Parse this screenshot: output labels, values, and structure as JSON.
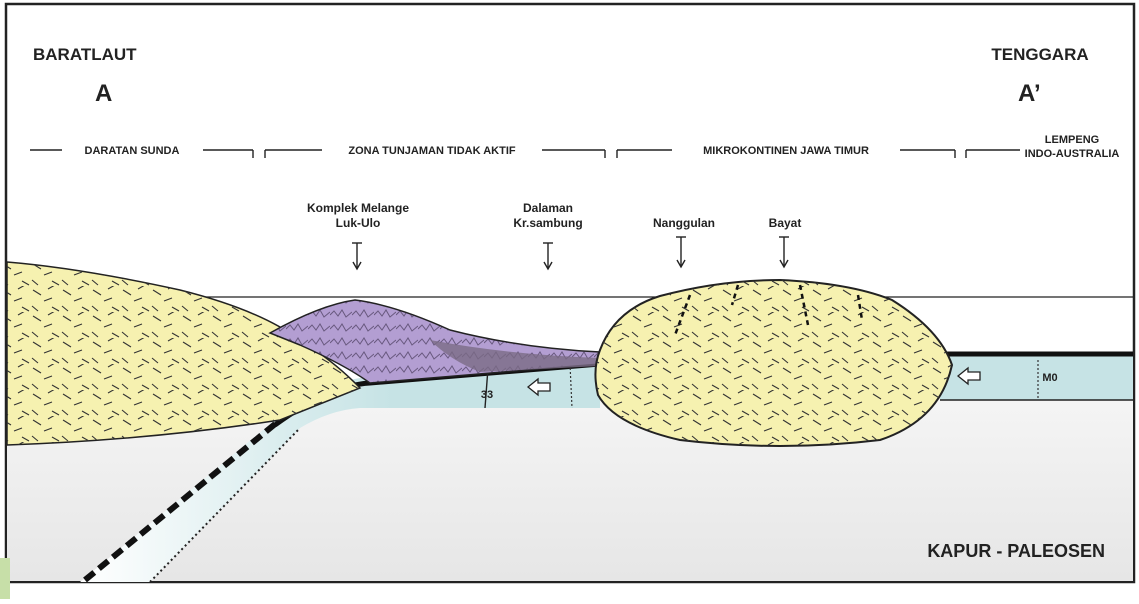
{
  "directions": {
    "left": "BARATLAUT",
    "right": "TENGGARA"
  },
  "section_labels": {
    "start": "A",
    "end": "A’"
  },
  "zones": [
    {
      "lines": [
        "DARATAN SUNDA"
      ]
    },
    {
      "lines": [
        "ZONA TUNJAMAN TIDAK AKTIF"
      ]
    },
    {
      "lines": [
        "MIKROKONTINEN JAWA TIMUR"
      ]
    },
    {
      "lines": [
        "LEMPENG",
        "INDO-AUSTRALIA"
      ]
    }
  ],
  "localities": [
    {
      "lines": [
        "Komplek Melange",
        "Luk-Ulo"
      ]
    },
    {
      "lines": [
        "Dalaman",
        "Kr.sambung"
      ]
    },
    {
      "lines": [
        "Nanggulan"
      ]
    },
    {
      "lines": [
        "Bayat"
      ]
    }
  ],
  "anomalies": {
    "left": "33",
    "right": "M0"
  },
  "age_label": "KAPUR - PALEOSEN",
  "colors": {
    "continental_crust": "#f6f1b0",
    "oceanic_plate": "#c6e3e5",
    "melange": "#b39ed2",
    "mantle": "#eeeeee",
    "frame": "#222222"
  }
}
